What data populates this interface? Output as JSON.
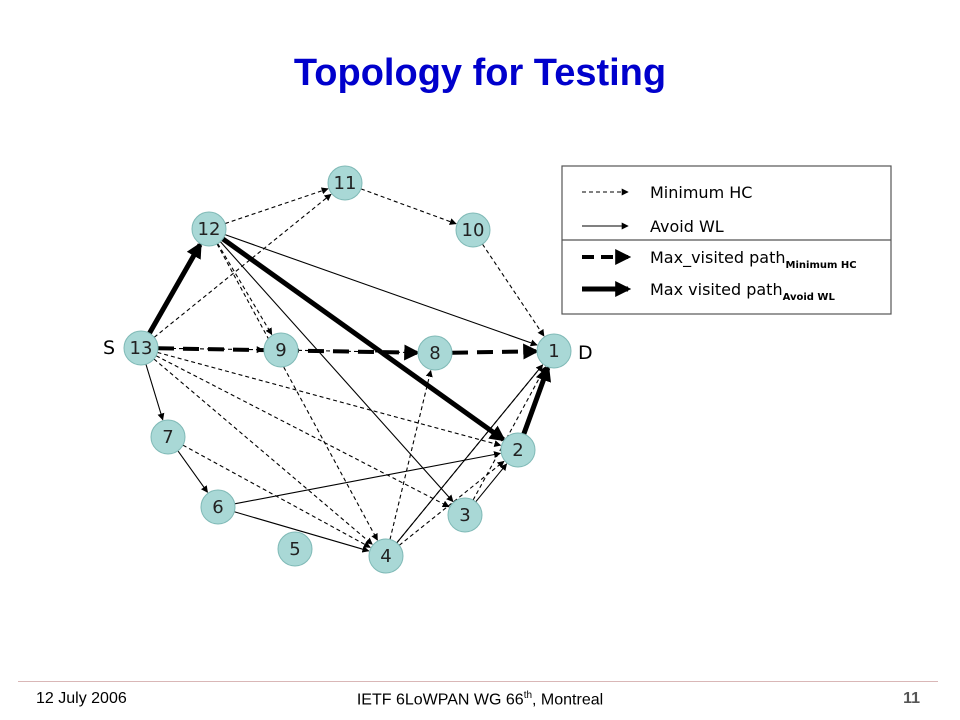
{
  "title": "Topology for Testing",
  "footer": {
    "date": "12 July 2006",
    "event_prefix": "IETF 6LoWPAN WG 66",
    "event_sup": "th",
    "event_suffix": ", Montreal",
    "page_number": "11"
  },
  "colors": {
    "title": "#0000cc",
    "node_fill": "#a9d8d6",
    "node_stroke": "#7fb9b6",
    "edge": "#000000"
  },
  "diagram": {
    "source_label": "S",
    "dest_label": "D",
    "nodes": [
      {
        "id": "13",
        "label": "13"
      },
      {
        "id": "12",
        "label": "12"
      },
      {
        "id": "11",
        "label": "11"
      },
      {
        "id": "10",
        "label": "10"
      },
      {
        "id": "9",
        "label": "9"
      },
      {
        "id": "8",
        "label": "8"
      },
      {
        "id": "1",
        "label": "1"
      },
      {
        "id": "7",
        "label": "7"
      },
      {
        "id": "6",
        "label": "6"
      },
      {
        "id": "5",
        "label": "5"
      },
      {
        "id": "4",
        "label": "4"
      },
      {
        "id": "3",
        "label": "3"
      },
      {
        "id": "2",
        "label": "2"
      }
    ],
    "edges": [
      {
        "from": "13",
        "to": "12",
        "style": "dotted"
      },
      {
        "from": "12",
        "to": "11",
        "style": "dotted"
      },
      {
        "from": "11",
        "to": "10",
        "style": "dotted"
      },
      {
        "from": "10",
        "to": "1",
        "style": "dotted"
      },
      {
        "from": "13",
        "to": "11",
        "style": "dotted"
      },
      {
        "from": "13",
        "to": "9",
        "style": "dotted"
      },
      {
        "from": "13",
        "to": "2",
        "style": "dotted"
      },
      {
        "from": "13",
        "to": "3",
        "style": "dotted"
      },
      {
        "from": "13",
        "to": "4",
        "style": "dotted"
      },
      {
        "from": "12",
        "to": "9",
        "style": "dotted"
      },
      {
        "from": "12",
        "to": "4",
        "style": "dotted"
      },
      {
        "from": "9",
        "to": "8",
        "style": "dotted"
      },
      {
        "from": "7",
        "to": "4",
        "style": "dotted"
      },
      {
        "from": "4",
        "to": "8",
        "style": "dotted"
      },
      {
        "from": "4",
        "to": "2",
        "style": "dotted"
      },
      {
        "from": "4",
        "to": "1",
        "style": "dotted"
      },
      {
        "from": "3",
        "to": "1",
        "style": "dotted"
      },
      {
        "from": "12",
        "to": "1",
        "style": "solid"
      },
      {
        "from": "12",
        "to": "3",
        "style": "solid"
      },
      {
        "from": "13",
        "to": "7",
        "style": "solid"
      },
      {
        "from": "7",
        "to": "6",
        "style": "solid"
      },
      {
        "from": "6",
        "to": "4",
        "style": "solid"
      },
      {
        "from": "6",
        "to": "2",
        "style": "solid"
      },
      {
        "from": "4",
        "to": "1",
        "style": "solid"
      },
      {
        "from": "3",
        "to": "2",
        "style": "solid"
      },
      {
        "from": "13",
        "to": "8",
        "style": "thick-dashed"
      },
      {
        "from": "8",
        "to": "1",
        "style": "thick-dashed"
      },
      {
        "from": "13",
        "to": "12",
        "style": "thick"
      },
      {
        "from": "12",
        "to": "2",
        "style": "thick"
      },
      {
        "from": "2",
        "to": "1",
        "style": "thick"
      }
    ]
  },
  "legend": {
    "items": [
      {
        "style": "dotted",
        "label": "Minimum HC",
        "sub": ""
      },
      {
        "style": "solid",
        "label": "Avoid WL",
        "sub": ""
      },
      {
        "style": "thick-dashed",
        "label": "Max_visited path",
        "sub": "Minimum HC"
      },
      {
        "style": "thick",
        "label": "Max visited path",
        "sub": "Avoid WL"
      }
    ]
  }
}
